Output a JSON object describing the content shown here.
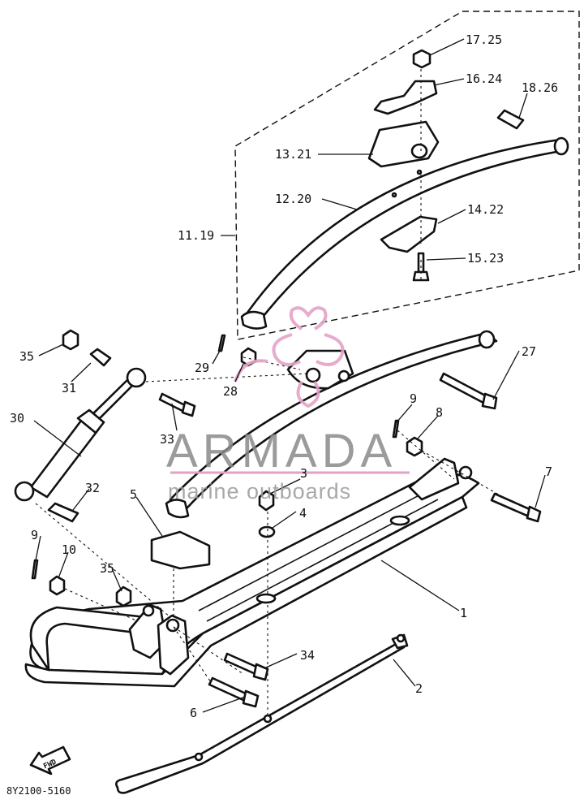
{
  "callouts": {
    "c17_25": "17.25",
    "c16_24": "16.24",
    "c18_26": "18.26",
    "c13_21": "13.21",
    "c12_20": "12.20",
    "c14_22": "14.22",
    "c11_19": "11.19",
    "c15_23": "15.23",
    "c35a": "35",
    "c31": "31",
    "c29": "29",
    "c27": "27",
    "c28": "28",
    "c30": "30",
    "c33": "33",
    "c9a": "9",
    "c8": "8",
    "c3": "3",
    "c4": "4",
    "c7": "7",
    "c32": "32",
    "c5": "5",
    "c9b": "9",
    "c10": "10",
    "c35b": "35",
    "c1": "1",
    "c34": "34",
    "c2": "2",
    "c6": "6"
  },
  "direction_label": "FWD",
  "diagram_code": "8Y2100-5160",
  "watermark": {
    "brand": "ARMADA",
    "tagline": "marine outboards"
  }
}
